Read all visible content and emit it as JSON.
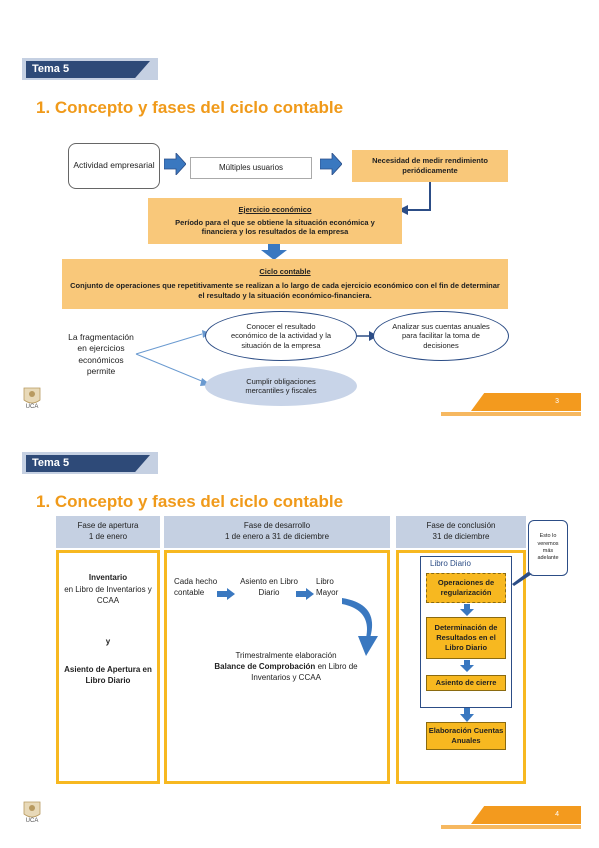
{
  "slide1": {
    "tag": "Tema 5",
    "title": "1. Concepto y fases del ciclo contable",
    "actividad": "Actividad empresarial",
    "usuarios": "Múltiples usuarios",
    "necesidad": "Necesidad de medir rendimiento periódicamente",
    "ejercicio_title": "Ejercicio económico",
    "ejercicio_text": "Período para el que se obtiene la situación económica y financiera y los resultados de la empresa",
    "ciclo_title": "Ciclo contable",
    "ciclo_text": "Conjunto de operaciones que repetitivamente se realizan a lo largo de cada ejercicio económico con el fin de determinar el resultado y la situación económico-financiera.",
    "fragmentacion": "La fragmentación en ejercicios económicos permite",
    "conocer": "Conocer el resultado económico de la actividad y la situación de la empresa",
    "analizar": "Analizar sus cuentas anuales para facilitar la toma de decisiones",
    "cumplir": "Cumplir obligaciones mercantiles y fiscales",
    "logo_text": "UCA",
    "page": "3"
  },
  "slide2": {
    "tag": "Tema 5",
    "title": "1. Concepto y fases del ciclo contable",
    "apertura_head": "Fase de apertura\n1 de enero",
    "desarrollo_head": "Fase de desarrollo\n1 de enero a 31 de diciembre",
    "conclusion_head": "Fase de conclusión\n31 de diciembre",
    "apertura_1": "Inventario",
    "apertura_2": "en Libro de Inventarios y CCAA",
    "apertura_y": "y",
    "apertura_3": "Asiento de Apertura en Libro Diario",
    "cada_hecho": "Cada hecho contable",
    "asiento_diario": "Asiento en Libro Diario",
    "libro_mayor": "Libro Mayor",
    "trimestral_1": "Trimestralmente elaboración",
    "trimestral_2": "Balance de Comprobación",
    "trimestral_3": "en Libro de Inventarios y CCAA",
    "libro_diario": "Libro Diario",
    "note": "Esto lo veremos más adelante",
    "op_regularizacion": "Operaciones de regularización",
    "determinacion": "Determinación de Resultados en el Libro Diario",
    "asiento_cierre": "Asiento de cierre",
    "elaboracion": "Elaboración Cuentas Anuales",
    "logo_text": "UCA",
    "page": "4"
  },
  "colors": {
    "navy": "#2e4a78",
    "orange": "#f09a1a",
    "light_orange": "#f9c87a",
    "gold": "#f7b820",
    "blue_arrow": "#3a78c0"
  }
}
